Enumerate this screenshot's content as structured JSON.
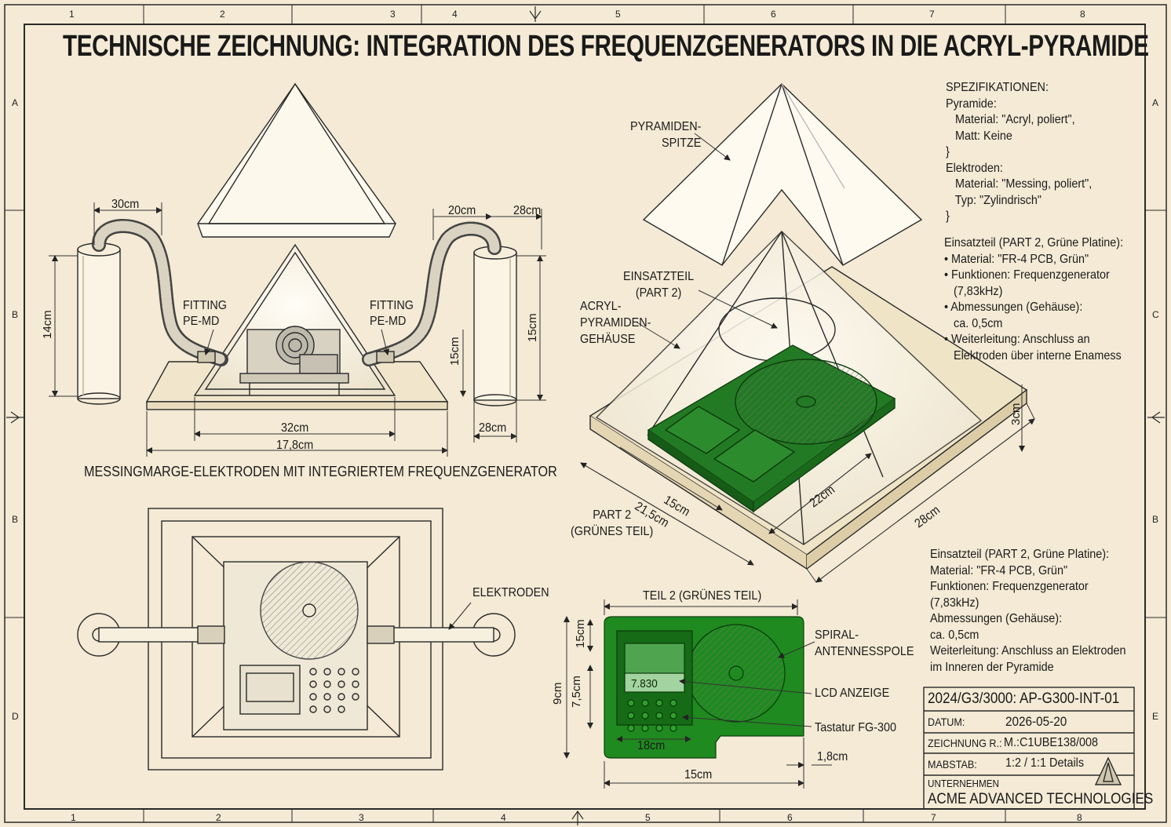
{
  "title": "TECHNISCHE ZEICHNUNG: INTEGRATION DES FREQUENZGENERATORS IN DIE ACRYL-PYRAMIDE",
  "grid": {
    "top": [
      "1",
      "2",
      "3",
      "4",
      "5",
      "6",
      "7",
      "8"
    ],
    "bottom": [
      "1",
      "2",
      "3",
      "4",
      "5",
      "6",
      "7",
      "8"
    ],
    "left": [
      "A",
      "B",
      "B",
      "D"
    ],
    "right": [
      "A",
      "C",
      "B",
      "E"
    ]
  },
  "front_view": {
    "dim_30": "30cm",
    "dim_20": "20cm",
    "dim_28_top": "28cm",
    "dim_14": "14cm",
    "dim_15_inner": "15cm",
    "dim_15_right": "15cm",
    "dim_32": "32cm",
    "dim_17_8": "17,8cm",
    "dim_28_bottom": "28cm",
    "fitting_left": "FITTING\nPE-MD",
    "fitting_right": "FITTING\nPE-MD",
    "caption": "MESSINGMARGE-ELEKTRODEN MIT INTEGRIERTEM FREQUENZGENERATOR"
  },
  "iso_view": {
    "spitze": "PYRAMIDEN-\nSPITZE",
    "einsatzteil": "EINSATZTEIL\n(PART 2)",
    "gehaeuse": "ACRYL-\nPYRAMIDEN-\nGEHÄUSE",
    "part2": "PART 2\n(GRÜNES TEIL)",
    "dim_15": "15cm",
    "dim_21_5": "21,5cm",
    "dim_22": "22cm",
    "dim_28": "28cm",
    "dim_3": "3cm"
  },
  "top_view": {
    "elektroden": "ELEKTRODEN"
  },
  "pcb_view": {
    "title": "TEIL 2 (GRÜNES TEIL)",
    "lcd_value": "7.830",
    "spiral": "SPIRAL-\nANTENNESSPOLE",
    "lcd": "LCD ANZEIGE",
    "keypad": "Tastatur FG-300",
    "dim_15_v": "15cm",
    "dim_9": "9cm",
    "dim_7_5": "7,5cm",
    "dim_18": "18cm",
    "dim_1_8": "1,8cm",
    "dim_15_h": "15cm",
    "green": "#1f8a1f"
  },
  "specs": {
    "top": "SPEZIFIKATIONEN:\nPyramide:\n   Material: \"Acryl, poliert\",\n   Matt: Keine\n}\nElektroden:\n   Material: \"Messing, poliert\",\n   Typ: \"Zylindrisch\"\n}",
    "middle": "Einsatzteil (PART 2, Grüne Platine):\n• Material: \"FR-4 PCB, Grün\"\n• Funktionen: Frequenzgenerator\n   (7,83kHz)\n• Abmessungen (Gehäuse):\n   ca. 0,5cm\n• Weiterleitung: Anschluss an\n   Elektroden über interne Enamess",
    "lower": "Einsatzteil (PART 2, Grüne Platine):\nMaterial: \"FR-4 PCB, Grün\"\nFunktionen: Frequenzgenerator\n(7,83kHz)\nAbmessungen (Gehäuse):\nca. 0,5cm\nWeiterleitung: Anschluss an Elektroden\nim Inneren der Pyramide"
  },
  "title_block": {
    "number": "2024/G3/3000: AP-G300-INT-01",
    "datum_label": "DATUM:",
    "datum_value": "2026-05-20",
    "zeichnung_label": "ZEICHNUNG R.:",
    "zeichnung_value": "M.:C1UBE138/008",
    "massstab_label": "MABSTAB:",
    "massstab_value": "1:2 / 1:1 Details",
    "firma_label": "UNTERNEHMEN",
    "firma_value": "ACME ADVANCED TECHNOLOGIES"
  }
}
